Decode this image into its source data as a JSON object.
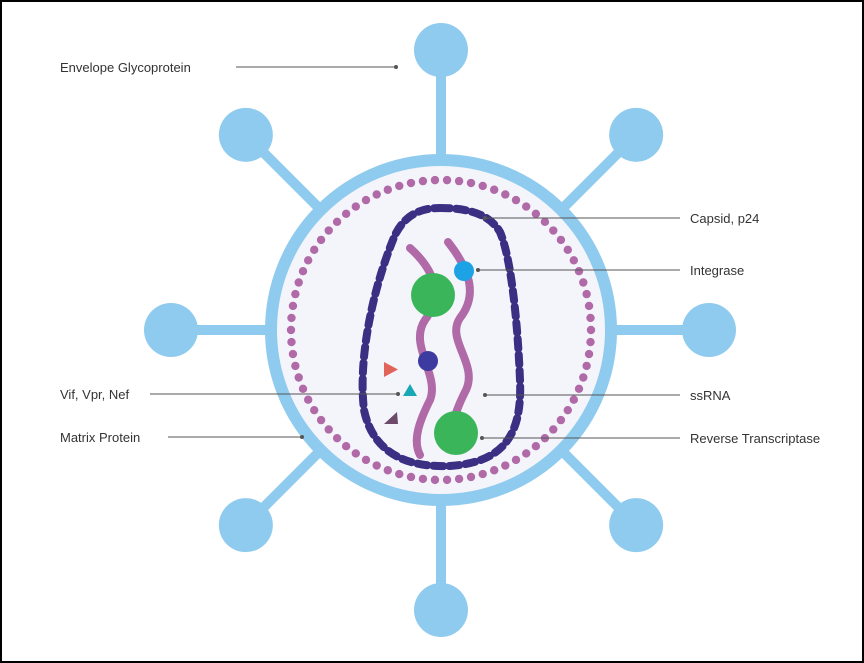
{
  "diagram": {
    "labels": {
      "envelope_glycoprotein": "Envelope Glycoprotein",
      "capsid": "Capsid, p24",
      "integrase": "Integrase",
      "vif_vpr_nef": "Vif, Vpr, Nef",
      "ssrna": "ssRNA",
      "matrix_protein": "Matrix Protein",
      "reverse_transcriptase": "Reverse Transcriptase"
    },
    "colors": {
      "envelope": "#8fcbee",
      "envelope_fill": "#f4f4fb",
      "matrix_dots": "#b06aa8",
      "capsid": "#3b2f84",
      "rna": "#b06aa8",
      "reverse_transcriptase": "#3bb55a",
      "integrase": "#1ea2e6",
      "protease_dot": "#3d3aa0",
      "vif": "#e0645a",
      "vpr": "#19a8b6",
      "nef": "#6e4a6a"
    }
  }
}
